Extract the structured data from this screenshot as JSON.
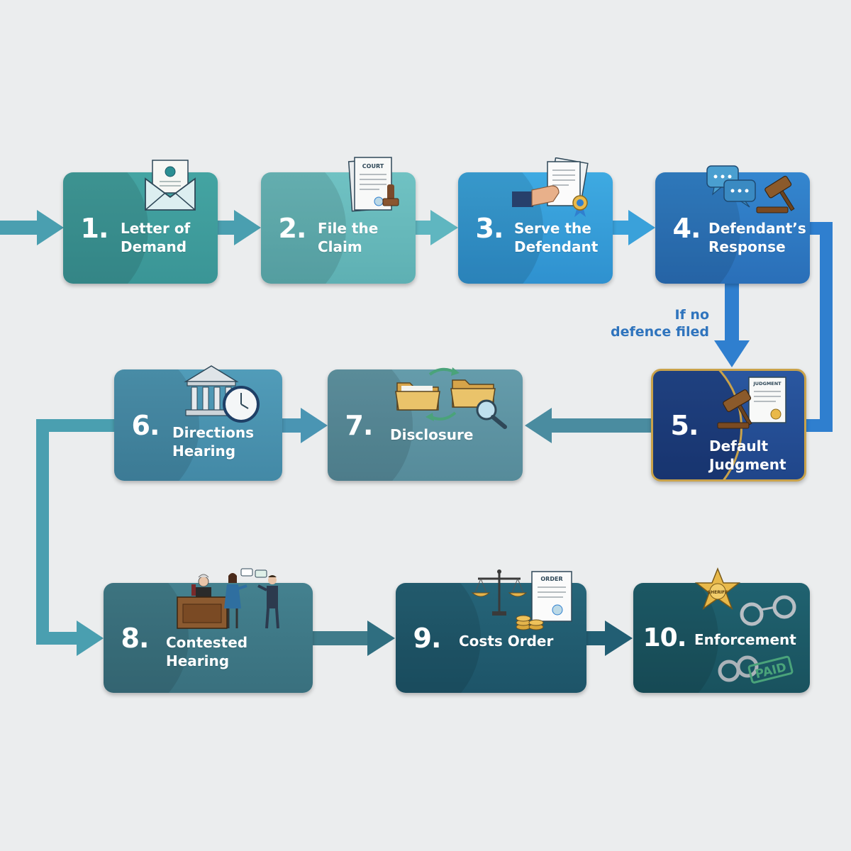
{
  "steps": [
    {
      "number": "1.",
      "lines": [
        "Letter of",
        "Demand"
      ],
      "color": "#3e9e9e"
    },
    {
      "number": "2.",
      "lines": [
        "File the",
        "Claim"
      ],
      "color": "#65b9bb"
    },
    {
      "number": "3.",
      "lines": [
        "Serve the",
        "Defendant"
      ],
      "color": "#3aa1da"
    },
    {
      "number": "4.",
      "lines": [
        "Defendant’s",
        "Response"
      ],
      "color": "#2e7bc4"
    },
    {
      "number": "5.",
      "lines": [
        "Default",
        "Judgment"
      ],
      "color": "#234d94"
    },
    {
      "number": "6.",
      "lines": [
        "Directions",
        "Hearing"
      ],
      "color": "#4b95b3"
    },
    {
      "number": "7.",
      "lines": [
        "Disclosure"
      ],
      "color": "#5f96a6"
    },
    {
      "number": "8.",
      "lines": [
        "Contested",
        "Hearing"
      ],
      "color": "#3f7b8a"
    },
    {
      "number": "9.",
      "lines": [
        "Costs Order"
      ],
      "color": "#225e73"
    },
    {
      "number": "10.",
      "lines": [
        "Enforcement"
      ],
      "color": "#1e5a67"
    }
  ],
  "branch_note": {
    "lines": [
      "If no",
      "defence filed"
    ]
  },
  "icon_text": {
    "court_doc": "COURT",
    "judgment_doc": "JUDGMENT",
    "order_doc": "ORDER",
    "sheriff_badge": "SHERIFF",
    "paid_stamp": "PAID"
  },
  "colors": {
    "background": "#ebedee",
    "arrow": "#4a9fb0",
    "branch_arrow": "#2f7fcf",
    "gold_border": "#c9a24a",
    "note_text": "#2f74bd"
  }
}
